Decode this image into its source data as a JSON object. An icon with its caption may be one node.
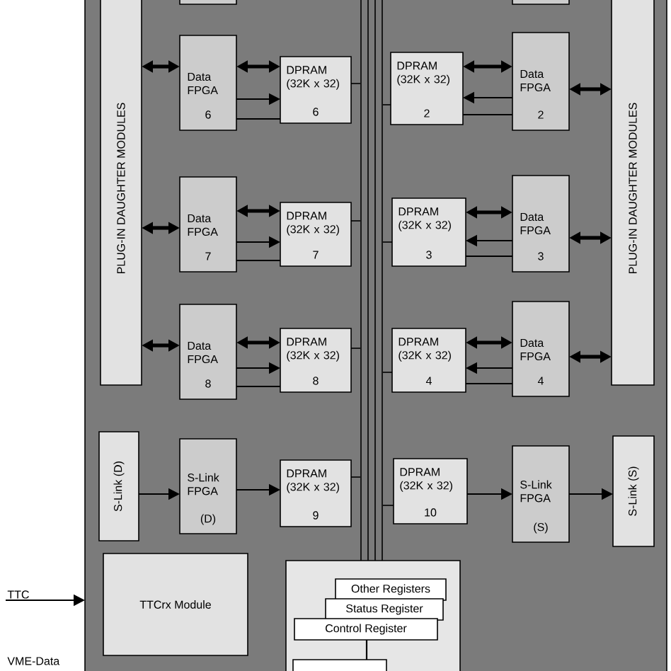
{
  "diagram": {
    "nodes": [
      {
        "text": [],
        "shape": "box"
      },
      {
        "text": [
          "PLUG-IN DAUGHTER MODULES"
        ],
        "in": 0
      },
      {
        "text": [
          "Data FPGA",
          "6"
        ],
        "in": 0
      },
      {
        "text": [
          "DPRAM (32K x 32)",
          "6"
        ],
        "in": 0
      },
      {
        "text": [
          "DPRAM (32K x 32)",
          "2"
        ],
        "in": 0
      },
      {
        "text": [
          "Data FPGA",
          "2"
        ],
        "in": 0
      },
      {
        "text": [
          "PLUG-IN DAUGHTER MODULES"
        ],
        "in": 0
      },
      {
        "text": [
          "Data FPGA",
          "7"
        ],
        "in": 0
      },
      {
        "text": [
          "DPRAM (32K x 32)",
          "7"
        ],
        "in": 0
      },
      {
        "text": [
          "DPRAM (32K x 32)",
          "3"
        ],
        "in": 0
      },
      {
        "text": [
          "Data FPGA",
          "3"
        ],
        "in": 0
      },
      {
        "text": [
          "Data FPGA",
          "8"
        ],
        "in": 0
      },
      {
        "text": [
          "DPRAM (32K x 32)",
          "8"
        ],
        "in": 0
      },
      {
        "text": [
          "DPRAM (32K x 32)",
          "4"
        ],
        "in": 0
      },
      {
        "text": [
          "Data FPGA",
          "4"
        ],
        "in": 0
      },
      {
        "text": [
          "S-Link (D)"
        ],
        "in": 0
      },
      {
        "text": [
          "S-Link FPGA",
          "(D)"
        ],
        "in": 0
      },
      {
        "text": [
          "DPRAM (32K x 32)",
          "9"
        ],
        "in": 0
      },
      {
        "text": [
          "DPRAM (32K x 32)",
          "10"
        ],
        "in": 0
      },
      {
        "text": [
          "S-Link FPGA",
          "(S)"
        ],
        "in": 0
      },
      {
        "text": [
          "S-Link (S)"
        ],
        "in": 0
      },
      {
        "text": [
          "TTCrx Module"
        ],
        "in": 0
      },
      {
        "text": [],
        "shape": "box",
        "in": 0
      },
      {
        "text": [
          "Other Registers"
        ],
        "in": 22
      },
      {
        "text": [
          "Status Register"
        ],
        "in": 22
      },
      {
        "text": [
          "Control Register"
        ],
        "in": 22
      },
      {
        "text": [],
        "shape": "box",
        "in": 22
      },
      {
        "text": [
          "TTC"
        ]
      },
      {
        "text": [],
        "shape": "bar",
        "in": 0
      }
    ],
    "edges": [
      {
        "from": 1,
        "to": 2,
        "arrow": "both",
        "style": "thick"
      },
      {
        "from": 2,
        "to": 3,
        "arrow": "both",
        "style": "thick"
      },
      {
        "from": 2,
        "to": 3,
        "arrow": "to"
      },
      {
        "from": 2,
        "to": 3,
        "arrow": "none"
      },
      {
        "from": 5,
        "to": 4,
        "arrow": "both",
        "style": "thick"
      },
      {
        "from": 5,
        "to": 4,
        "arrow": "to"
      },
      {
        "from": 5,
        "to": 4,
        "arrow": "none"
      },
      {
        "from": 5,
        "to": 6,
        "arrow": "both",
        "style": "thick"
      },
      {
        "from": 1,
        "to": 7,
        "arrow": "both",
        "style": "thick"
      },
      {
        "from": 7,
        "to": 8,
        "arrow": "both",
        "style": "thick"
      },
      {
        "from": 7,
        "to": 8,
        "arrow": "to"
      },
      {
        "from": 7,
        "to": 8,
        "arrow": "none"
      },
      {
        "from": 10,
        "to": 9,
        "arrow": "both",
        "style": "thick"
      },
      {
        "from": 10,
        "to": 9,
        "arrow": "to"
      },
      {
        "from": 10,
        "to": 9,
        "arrow": "none"
      },
      {
        "from": 10,
        "to": 6,
        "arrow": "both",
        "style": "thick"
      },
      {
        "from": 1,
        "to": 11,
        "arrow": "both",
        "style": "thick"
      },
      {
        "from": 11,
        "to": 12,
        "arrow": "both",
        "style": "thick"
      },
      {
        "from": 11,
        "to": 12,
        "arrow": "to"
      },
      {
        "from": 11,
        "to": 12,
        "arrow": "none"
      },
      {
        "from": 14,
        "to": 13,
        "arrow": "both",
        "style": "thick"
      },
      {
        "from": 14,
        "to": 13,
        "arrow": "to"
      },
      {
        "from": 14,
        "to": 13,
        "arrow": "none"
      },
      {
        "from": 14,
        "to": 6,
        "arrow": "both",
        "style": "thick"
      },
      {
        "from": 15,
        "to": 16,
        "arrow": "to"
      },
      {
        "from": 16,
        "to": 17,
        "arrow": "to"
      },
      {
        "from": 18,
        "to": 19,
        "arrow": "to"
      },
      {
        "from": 19,
        "to": 20,
        "arrow": "to"
      },
      {
        "from": 27,
        "to": 0,
        "arrow": "to"
      },
      {
        "from": 25,
        "to": 26,
        "arrow": "none"
      },
      {
        "from": 3,
        "to": 28,
        "arrow": "none"
      },
      {
        "from": 8,
        "to": 28,
        "arrow": "none"
      },
      {
        "from": 12,
        "to": 28,
        "arrow": "none"
      },
      {
        "from": 17,
        "to": 28,
        "arrow": "none"
      },
      {
        "from": 4,
        "to": 28,
        "arrow": "none"
      },
      {
        "from": 9,
        "to": 28,
        "arrow": "none"
      },
      {
        "from": 13,
        "to": 28,
        "arrow": "none"
      },
      {
        "from": 18,
        "to": 28,
        "arrow": "none"
      },
      {
        "from": 28,
        "to": 22,
        "arrow": "none"
      }
    ],
    "labels": [
      "VME-Data"
    ]
  }
}
